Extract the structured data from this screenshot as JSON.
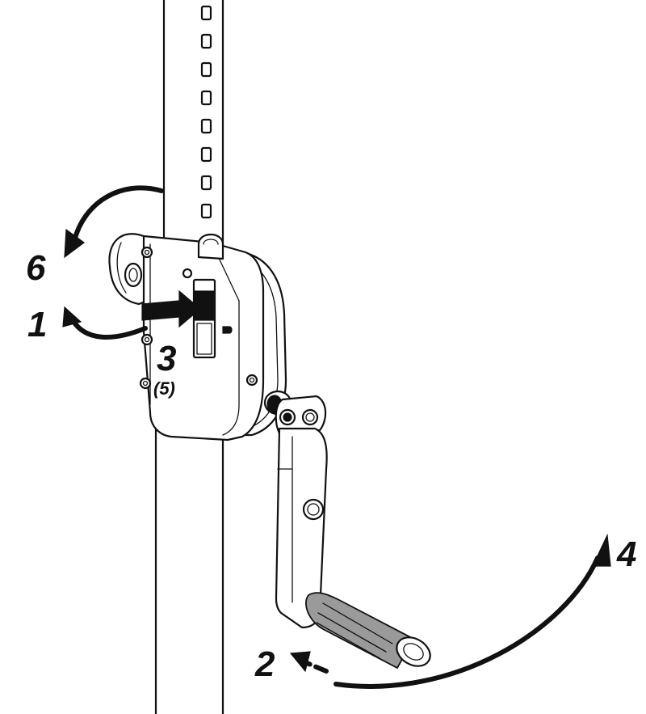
{
  "steps": {
    "step_1": "1",
    "step_2": "2",
    "step_3": "3",
    "step_3_alt": "(5)",
    "step_4": "4",
    "step_6": "6"
  },
  "colors": {
    "line": "#111111",
    "background": "#ffffff",
    "grip": "#9a9a9a"
  }
}
